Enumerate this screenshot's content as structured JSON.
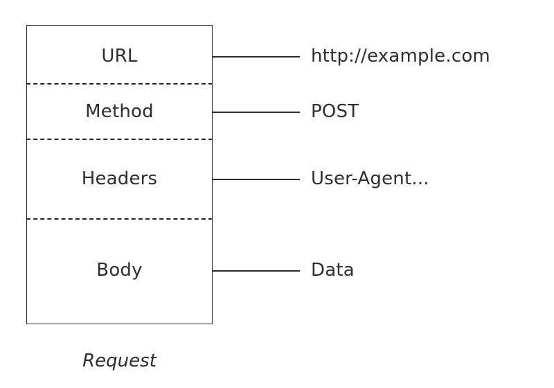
{
  "diagram": {
    "caption": "Request",
    "box": {
      "sections": [
        {
          "label": "URL",
          "value": "http://example.com"
        },
        {
          "label": "Method",
          "value": "POST"
        },
        {
          "label": "Headers",
          "value": "User-Agent..."
        },
        {
          "label": "Body",
          "value": "Data"
        }
      ]
    },
    "colors": {
      "background": "#ffffff",
      "stroke": "#2b2b2b",
      "text": "#2e2e2e",
      "divider": "#222222"
    }
  }
}
